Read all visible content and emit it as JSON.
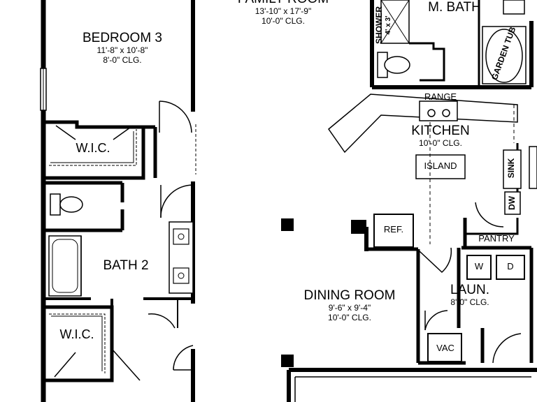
{
  "rooms": {
    "family_room": {
      "name": "FAMILY ROOM",
      "size": "13'-10\" x 17'-9\"",
      "ceiling": "10'-0\" CLG."
    },
    "bedroom3": {
      "name": "BEDROOM 3",
      "size": "11'-8\" x 10'-8\"",
      "ceiling": "8'-0\" CLG."
    },
    "master_bath": {
      "name": "M. BATH"
    },
    "kitchen": {
      "name": "KITCHEN",
      "ceiling": "10'-0\" CLG."
    },
    "bath2": {
      "name": "BATH 2"
    },
    "dining_room": {
      "name": "DINING ROOM",
      "size": "9'-6\" x 9'-4\"",
      "ceiling": "10'-0\" CLG."
    },
    "laundry": {
      "name": "LAUN.",
      "ceiling": "8'-0\" CLG."
    },
    "wic_upper": {
      "name": "W.I.C."
    },
    "wic_lower": {
      "name": "W.I.C."
    },
    "pantry": {
      "name": "PANTRY"
    }
  },
  "fixtures": {
    "shower": "SHOWER",
    "shower_size": "4' x 3'",
    "garden_tub": "GARDEN TUB",
    "range": "RANGE",
    "island": "ISLAND",
    "sink": "SINK",
    "dishwasher": "DW",
    "refrigerator": "REF.",
    "washer": "W",
    "dryer": "D",
    "vac": "VAC"
  }
}
